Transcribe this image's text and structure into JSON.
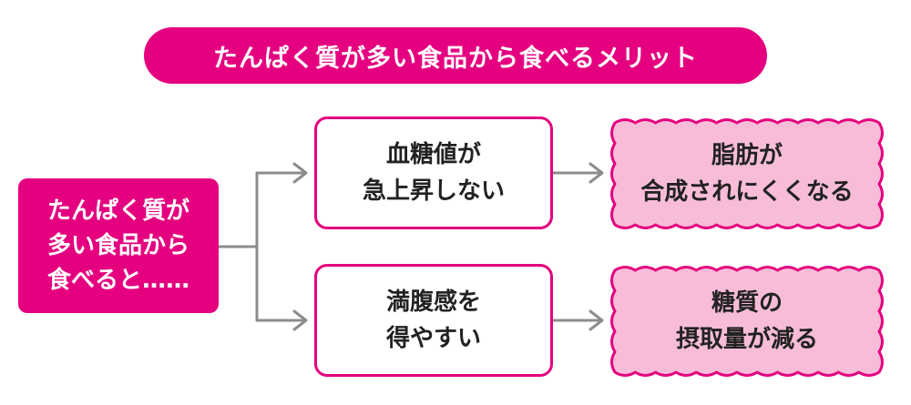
{
  "title": "たんぱく質が多い食品から食べるメリット",
  "start": "たんぱく質が\n多い食品から\n食べると……",
  "branches": [
    {
      "effect": "血糖値が\n急上昇しない",
      "result": "脂肪が\n合成されにくくなる"
    },
    {
      "effect": "満腹感を\n得やすい",
      "result": "糖質の\n摂取量が減る"
    }
  ],
  "colors": {
    "accent": "#e4007f",
    "result_fill": "#f7bdd8",
    "arrow": "#8c8c8c"
  }
}
